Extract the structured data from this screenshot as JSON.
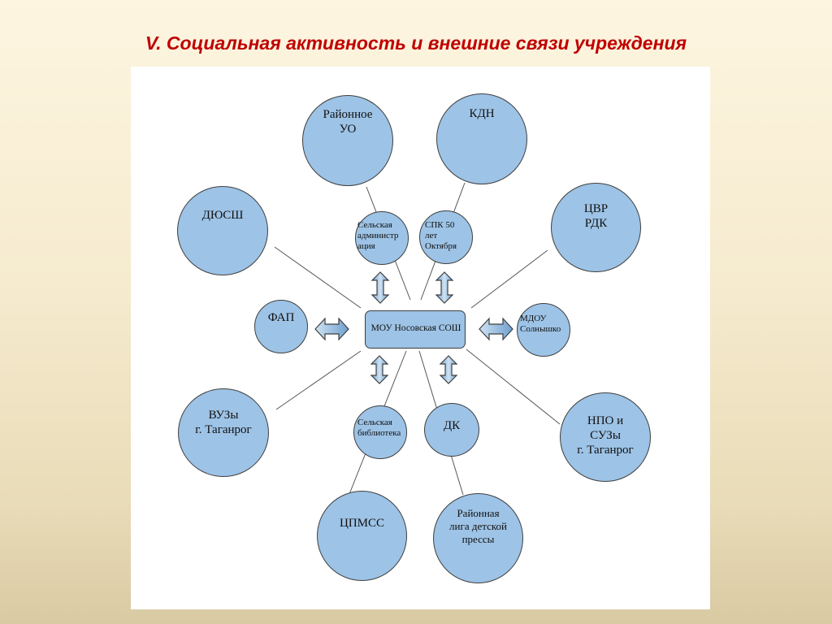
{
  "title": "V. Социальная активность и внешние связи учреждения",
  "diagram": {
    "center": "МОУ Носовская СОШ",
    "nodes": {
      "rayonnoe_uo": "Районное\nУО",
      "kdn": "КДН",
      "dyussh": "ДЮСШ",
      "tsvr_rdk": "ЦВР\nРДК",
      "selskaya_administratsiya": "Сельская\nадминистр\nация",
      "spk": "СПК 50\nлет\nОктября",
      "fap": "ФАП",
      "mdou": "МДОУ\nСолнышко",
      "vuzy": "ВУЗы\nг. Таганрог",
      "npo_suzy": "НПО и\nСУЗы\nг. Таганрог",
      "selskaya_biblioteka": "Сельская\nбиблиотека",
      "dk": "ДК",
      "tspmss": "ЦПМСС",
      "liga_pressy": "Районная\nлига детской\nпрессы"
    }
  },
  "colors": {
    "title": "#c00000",
    "node_fill": "#9dc3e6",
    "node_stroke": "#3f3f3f",
    "connector": "#555555",
    "background": "#f6ebcf"
  }
}
